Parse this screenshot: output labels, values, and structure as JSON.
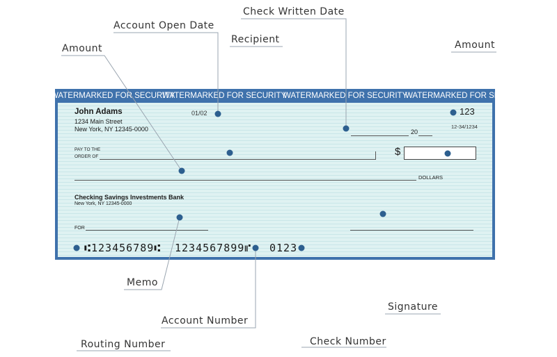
{
  "callouts": {
    "check_written_date": "Check Written Date",
    "account_open_date": "Account Open Date",
    "recipient": "Recipient",
    "amount_words": "Amount",
    "amount_numeric": "Amount",
    "memo": "Memo",
    "account_number": "Account Number",
    "signature": "Signature",
    "routing_number": "Routing Number",
    "check_number": "Check Number"
  },
  "check": {
    "watermark": "WATERMARKED FOR SECURITY",
    "owner_name": "John Adams",
    "address_line1": "1234 Main Street",
    "address_line2": "New York, NY 12345-0000",
    "account_open": "01/02",
    "check_no": "123",
    "fraction_code": "12-34/1234",
    "year_prefix": "20",
    "pay_to_line1": "PAY TO THE",
    "pay_to_line2": "ORDER OF",
    "dollar_sign": "$",
    "dollars_label": "DOLLARS",
    "bank_name": "Checking Savings Investments Bank",
    "bank_address": "New York, NY 12345-0000",
    "for_label": "FOR",
    "micr_routing": "⑆123456789⑆",
    "micr_account": "1234567899⑈",
    "micr_check": "0123"
  },
  "colors": {
    "check_border": "#3f72ac",
    "check_fill": "#dff2f2",
    "stripe": "#c9e6e8",
    "marker": "#2d5f8f",
    "leader": "#9aa5b0"
  }
}
